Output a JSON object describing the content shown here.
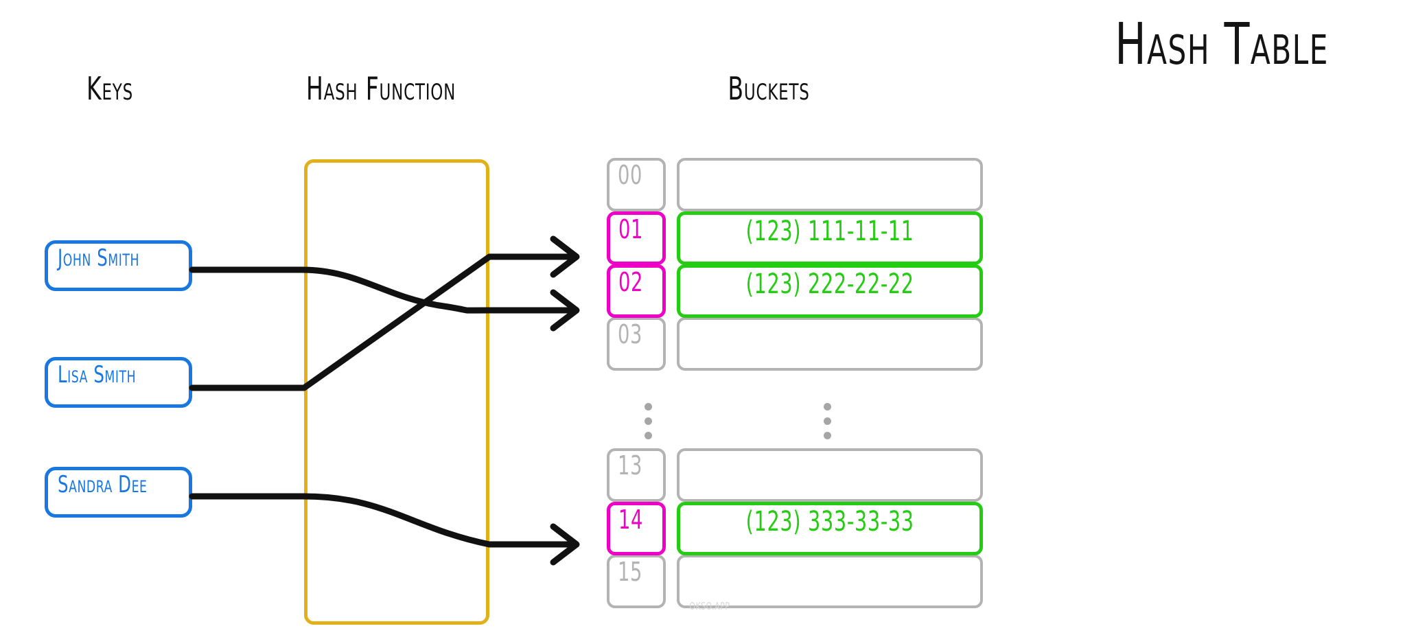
{
  "title": "Hash Table",
  "headers": {
    "keys": "Keys",
    "hash_function": "Hash Function",
    "buckets": "Buckets"
  },
  "keys": [
    {
      "label": "John Smith",
      "maps_to_index": "02"
    },
    {
      "label": "Lisa Smith",
      "maps_to_index": "01"
    },
    {
      "label": "Sandra Dee",
      "maps_to_index": "14"
    }
  ],
  "buckets": [
    {
      "index": "00",
      "value": "",
      "filled": false
    },
    {
      "index": "01",
      "value": "(123) 111-11-11",
      "filled": true
    },
    {
      "index": "02",
      "value": "(123) 222-22-22",
      "filled": true
    },
    {
      "index": "03",
      "value": "",
      "filled": false
    },
    {
      "index": "13",
      "value": "",
      "filled": false
    },
    {
      "index": "14",
      "value": "(123) 333-33-33",
      "filled": true
    },
    {
      "index": "15",
      "value": "",
      "filled": false
    }
  ],
  "ellipsis": "⋮",
  "watermark": "OKSO.APP",
  "colors": {
    "key_box_border": "#1877e0",
    "key_text": "#1877e0",
    "hash_box_border": "#e2b018",
    "index_empty": "#b3b3b3",
    "index_filled": "#ef00c8",
    "value_filled": "#24cc12",
    "wire": "#111111",
    "background": "#ffffff",
    "title_text": "#141414"
  }
}
